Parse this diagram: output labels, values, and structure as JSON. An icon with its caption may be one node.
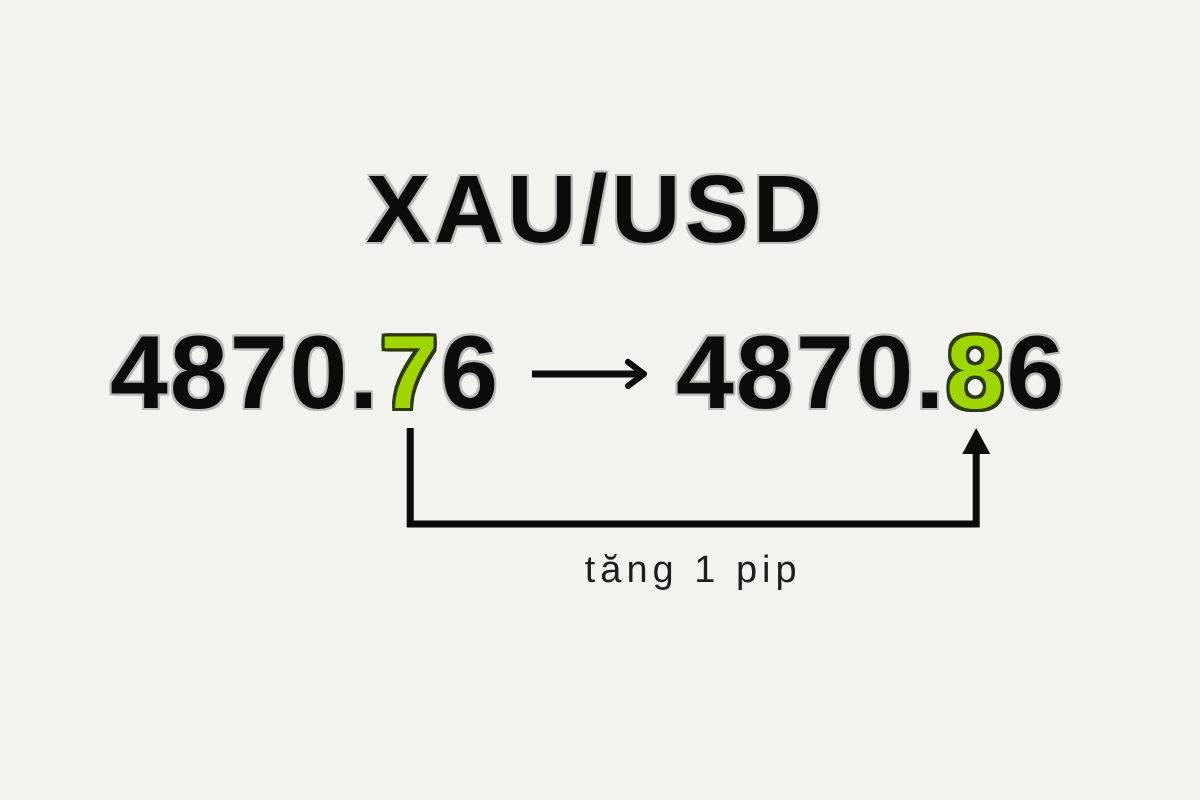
{
  "diagram": {
    "title": "XAU/USD",
    "nodes": [
      {
        "text": [
          "4870.**7**6"
        ]
      },
      {
        "text": [
          "4870.**8**6"
        ]
      }
    ],
    "edges": [
      {
        "from": 0,
        "to": 1,
        "arrow": "to"
      },
      {
        "from": 0,
        "to": 1,
        "arrow": "to",
        "label": "tăng 1 pip"
      }
    ]
  }
}
